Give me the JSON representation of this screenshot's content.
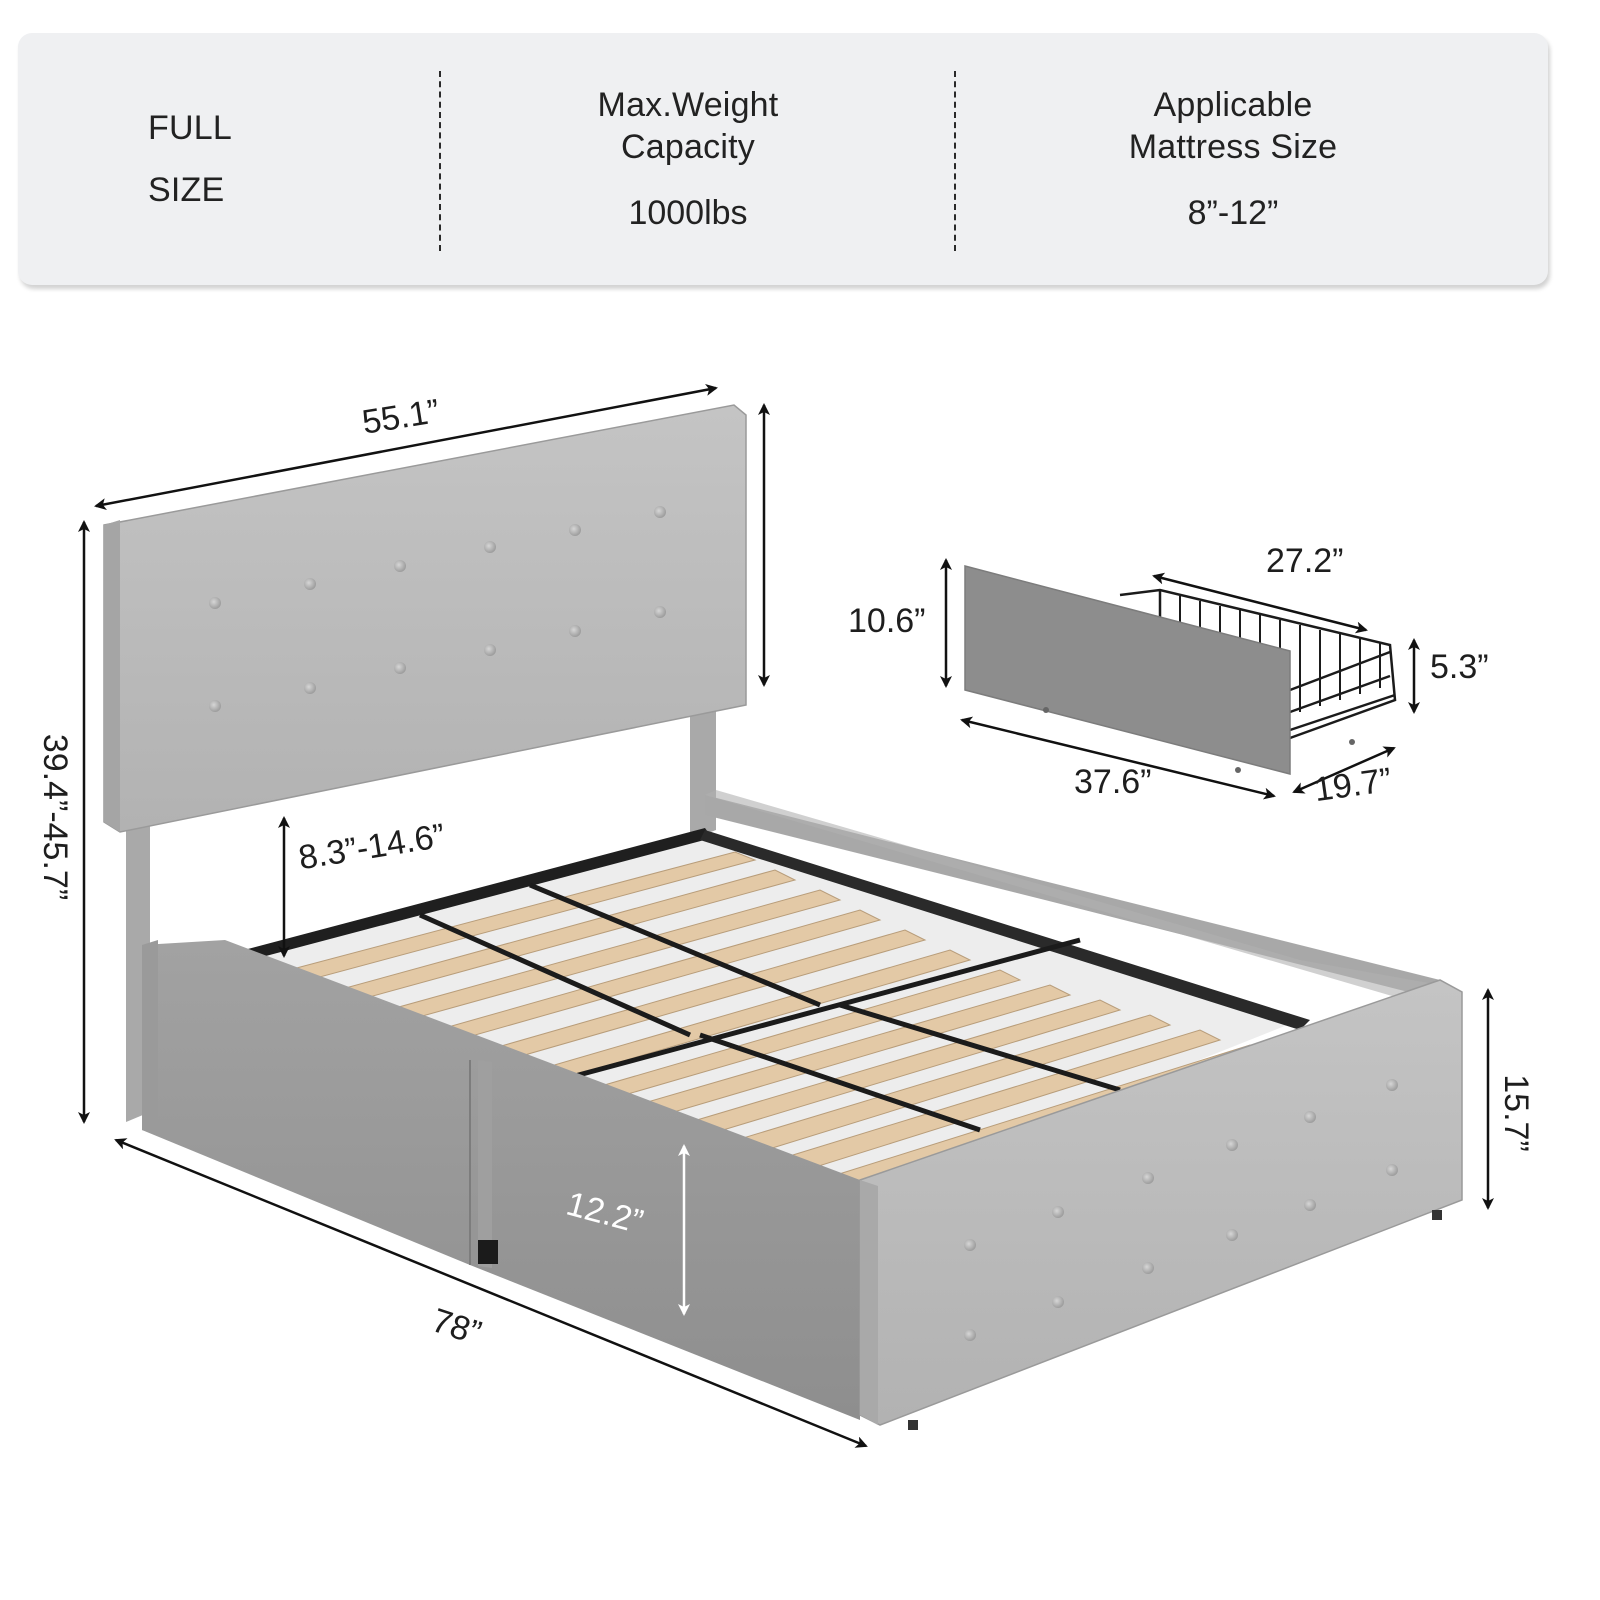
{
  "spec_bar": {
    "size_label_line1": "FULL",
    "size_label_line2": "SIZE",
    "weight": {
      "label_line1": "Max.Weight",
      "label_line2": "Capacity",
      "value": "1000lbs"
    },
    "mattress": {
      "label_line1": "Applicable",
      "label_line2": "Mattress Size",
      "value": "8”-12”"
    }
  },
  "bed_dimensions": {
    "headboard_width": "55.1”",
    "total_height": "39.4”-45.7”",
    "headboard_gap": "8.3”-14.6”",
    "length": "78”",
    "side_rail_height": "12.2”",
    "footboard_height": "15.7”"
  },
  "drawer_dimensions": {
    "front_height": "10.6”",
    "basket_length": "27.2”",
    "basket_height": "5.3”",
    "front_width": "37.6”",
    "depth": "19.7”"
  },
  "colors": {
    "fabric": "#b9b9b9",
    "fabric_dark": "#8f8f8f",
    "slat": "#e3c9a6",
    "metal": "#1f1f1f",
    "spec_bg": "#eff0f2"
  }
}
